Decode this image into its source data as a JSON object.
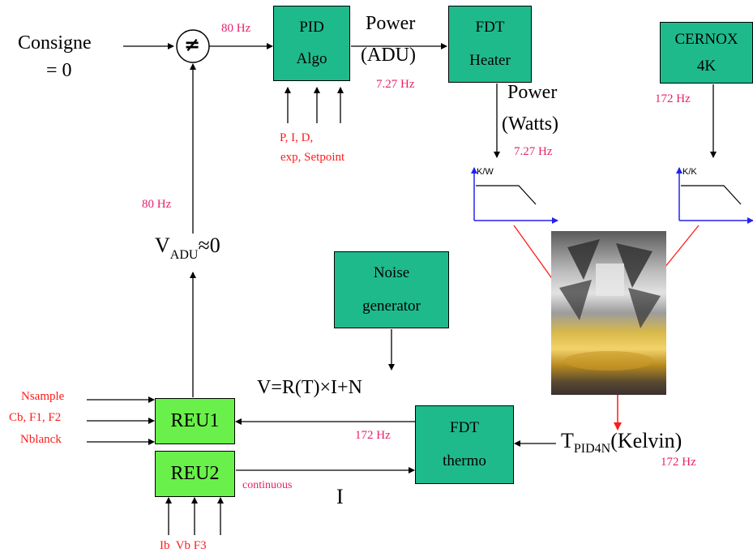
{
  "inputs": {
    "consigne_line1": "Consigne",
    "consigne_line2": "= 0",
    "comparator_symbol": "≠"
  },
  "blocks": {
    "pid_line1": "PID",
    "pid_line2": "Algo",
    "fdt_heater_line1": "FDT",
    "fdt_heater_line2": "Heater",
    "cernox_line1": "CERNOX",
    "cernox_line2": "4K",
    "noise_line1": "Noise",
    "noise_line2": "generator",
    "reu1": "REU1",
    "reu2": "REU2",
    "fdt_thermo_line1": "FDT",
    "fdt_thermo_line2": "thermo"
  },
  "labels": {
    "freq_80_top": "80 Hz",
    "freq_80_left": "80 Hz",
    "power_adu_line1": "Power",
    "power_adu_line2": "(ADU)",
    "freq_727_a": "7.27 Hz",
    "power_watts_line1": "Power",
    "power_watts_line2": "(Watts)",
    "freq_727_b": "7.27 Hz",
    "freq_172_cernox": "172 Hz",
    "pid_params_line1": "P,   I,   D,",
    "pid_params_line2": "exp, Setpoint",
    "vadu_v": "V",
    "vadu_sub": "ADU",
    "vadu_rest": "≈0",
    "equation": "V=R(T)×I+N",
    "freq_172_thermo": "172 Hz",
    "continuous": "continuous",
    "current_i": "I",
    "tpid_t": "T",
    "tpid_sub": "PID4N",
    "tpid_rest": "(Kelvin)",
    "freq_172_tpid": "172 Hz",
    "nsample": "Nsample",
    "cb_f1_f2": "Cb, F1, F2",
    "nblanck": "Nblanck",
    "bottom_inputs": "Ib  Vb F3",
    "tf_heater_axis": "K/W",
    "tf_cernox_axis": "K/K"
  },
  "colors": {
    "teal_block": "#1fba8c",
    "green_block": "#6af04a",
    "param_text": "#ff1a1a",
    "freq_text": "#e8206a",
    "plot_axis": "#2222ee"
  }
}
